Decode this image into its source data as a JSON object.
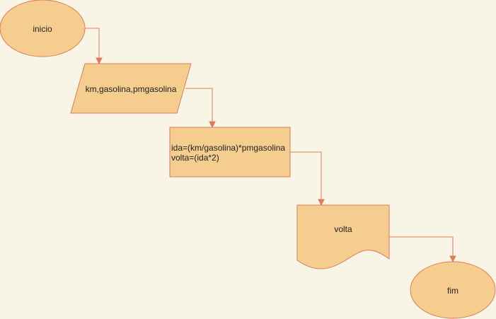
{
  "nodes": {
    "start": {
      "label": "inicio"
    },
    "input": {
      "label": "km,gasolina,pmgasolina"
    },
    "process": {
      "lines": [
        "ida=(km/gasolina)*pmgasolina",
        "volta=(ida*2)"
      ]
    },
    "output": {
      "label": "volta"
    },
    "end": {
      "label": "fim"
    }
  },
  "colors": {
    "background": "#f9f5e6",
    "fill": "#f5cd8f",
    "stroke": "#e07a5a"
  }
}
